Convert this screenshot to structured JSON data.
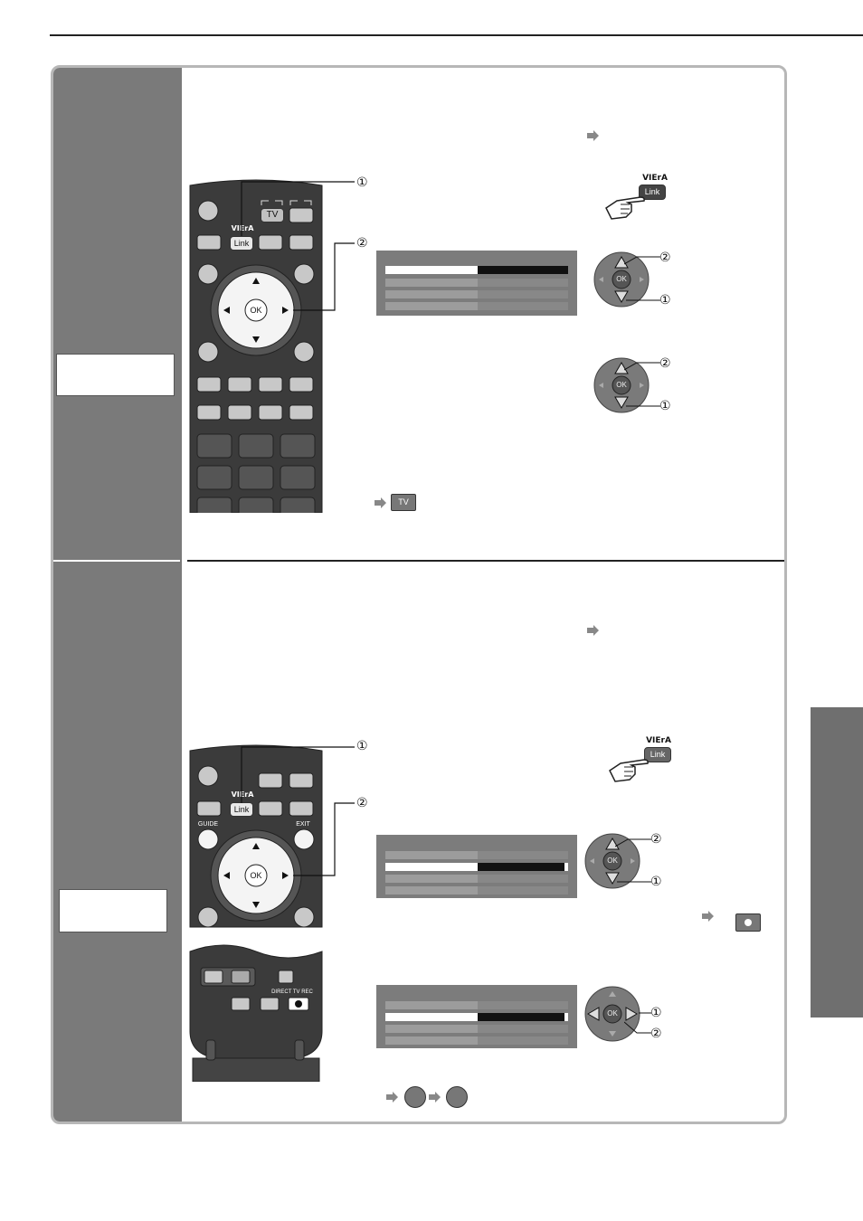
{
  "section1": {
    "remote": {
      "tv_label": "TV",
      "viera_label": "VIErA",
      "link_label": "Link",
      "ok_label": "OK"
    },
    "callouts": [
      "①",
      "②"
    ],
    "pad_callouts_a": [
      "②",
      "①"
    ],
    "pad_callouts_b": [
      "②",
      "①"
    ],
    "tv_key_label": "TV",
    "ok_pad_label": "OK"
  },
  "section2": {
    "remote": {
      "viera_label": "VIErA",
      "link_label": "Link",
      "guide_label": "GUIDE",
      "exit_label": "EXIT",
      "ok_label": "OK",
      "direct_tv_rec_label": "DIRECT TV REC"
    },
    "callouts": [
      "①",
      "②"
    ],
    "pad_callouts_a": [
      "②",
      "①"
    ],
    "pad_callouts_b": [
      "①",
      "②"
    ],
    "ok_pad_label": "OK"
  },
  "colors": {
    "left_column": "#7a7a7a",
    "frame_border": "#b7b7b7",
    "side_tab": "#6f6f6f",
    "remote_body": "#3a3a3a"
  },
  "icons": [
    "arrow-right-icon",
    "hand-pointer-icon",
    "record-dot-icon",
    "circle-button-icon"
  ]
}
